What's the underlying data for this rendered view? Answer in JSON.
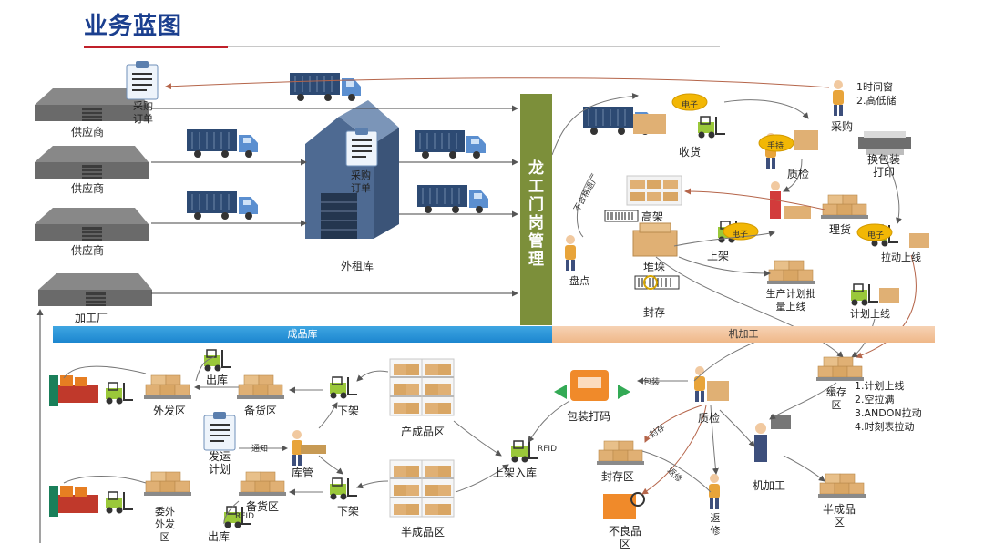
{
  "title": "业务蓝图",
  "gate_label": "龙工门岗管理",
  "bands": {
    "finished": "成品库",
    "machining": "机加工"
  },
  "labels": {
    "supplier1": "供应商",
    "supplier2": "供应商",
    "supplier3": "供应商",
    "factory": "加工厂",
    "purchase_order_top": "采购订单",
    "purchase_order_mid": "采购订单",
    "outsource_wh": "外租库",
    "receiving": "收货",
    "qc_top": "质检",
    "purchasing": "采购",
    "repack_print": "换包装打印",
    "high_shelf": "高架",
    "putaway": "上架",
    "sorting": "理货",
    "pull_online_top": "拉动上线",
    "stack": "堆垛",
    "inventory": "盘点",
    "seal_top": "封存",
    "prod_plan_batch": "生产计划批量上线",
    "plan_online": "计划上线",
    "buffer": "缓存区",
    "out_top": "出库",
    "outbound_area": "外发区",
    "ready_area_top": "备货区",
    "unload_top": "下架",
    "finished_area": "产成品区",
    "pack_code": "包装打码",
    "qc_mid": "质检",
    "ship_plan": "发运计划",
    "warehouse_keeper": "库管",
    "ready_area_bottom": "备货区",
    "unload_bottom": "下架",
    "putaway_in": "上架入库",
    "seal_area": "封存区",
    "machining_node": "机加工",
    "outsource_area": "委外外发区",
    "out_bottom": "出库",
    "semi_area_mid": "半成品区",
    "defect_area": "不良品区",
    "rework": "返修",
    "semi_area_right": "半成品区"
  },
  "tags": {
    "electronic1": "电子",
    "electronic2": "电子",
    "manual": "手持",
    "rfid1": "RFID",
    "rfid2": "RFID",
    "notify": "通知",
    "nonconform": "不合格退厂",
    "seal_small": "封存",
    "rework_small": "返修",
    "pack_small": "包装"
  },
  "pull_list": [
    "1.计划上线",
    "2.空拉满",
    "3.ANDON拉动",
    "4.时刻表拉动"
  ],
  "purchase_rules": [
    "1时间窗",
    "2.高低储"
  ],
  "colors": {
    "title": "#1b3f8f",
    "title_rule": "#c0202a",
    "gate": "#7c8f3a",
    "band_blue": "#1c86cf",
    "band_orange": "#efb889",
    "truck_body": "#2d4a73",
    "truck_cab": "#5b8fd0",
    "warehouse": "#6a6a6a",
    "box": "#e0b074",
    "forklift": "#9ac83a",
    "arrow": "#8a6a55"
  }
}
